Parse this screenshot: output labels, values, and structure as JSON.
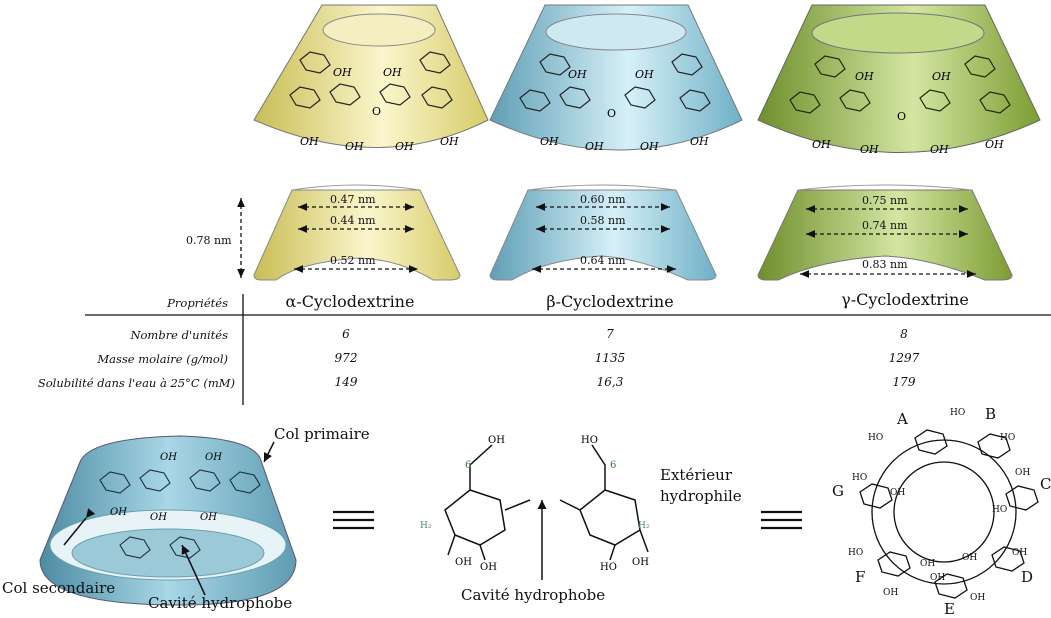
{
  "colors": {
    "alpha": "#f1e792",
    "beta": "#9ccfe0",
    "gamma": "#a5c158",
    "blue_ring": "#8fc3d6"
  },
  "labels": {
    "height": "0.78 nm",
    "alpha_dims": [
      "0.47 nm",
      "0.44 nm",
      "0.52 nm"
    ],
    "beta_dims": [
      "0.60 nm",
      "0.58 nm",
      "0.64 nm"
    ],
    "gamma_dims": [
      "0.75 nm",
      "0.74 nm",
      "0.83 nm"
    ]
  },
  "table": {
    "header_label": "Propriétés",
    "columns": [
      "α-Cyclodextrine",
      "β-Cyclodextrine",
      "γ-Cyclodextrine"
    ],
    "rows": [
      {
        "label": "Nombre d'unités",
        "values": [
          "6",
          "7",
          "8"
        ]
      },
      {
        "label": "Masse molaire (g/mol)",
        "values": [
          "972",
          "1135",
          "1297"
        ]
      },
      {
        "label": "Solubilité dans l'eau à 25°C (mM)",
        "values": [
          "149",
          "16,3",
          "179"
        ]
      }
    ]
  },
  "bottom": {
    "col_primaire": "Col primaire",
    "col_secondaire": "Col secondaire",
    "cavite": "Cavité hydrophobe",
    "cavite_center": "Cavité hydrophobe",
    "exterieur": "Extérieur",
    "hydrophile": "hydrophile",
    "ring_letters": [
      "A",
      "B",
      "C",
      "D",
      "E",
      "F",
      "G"
    ]
  }
}
